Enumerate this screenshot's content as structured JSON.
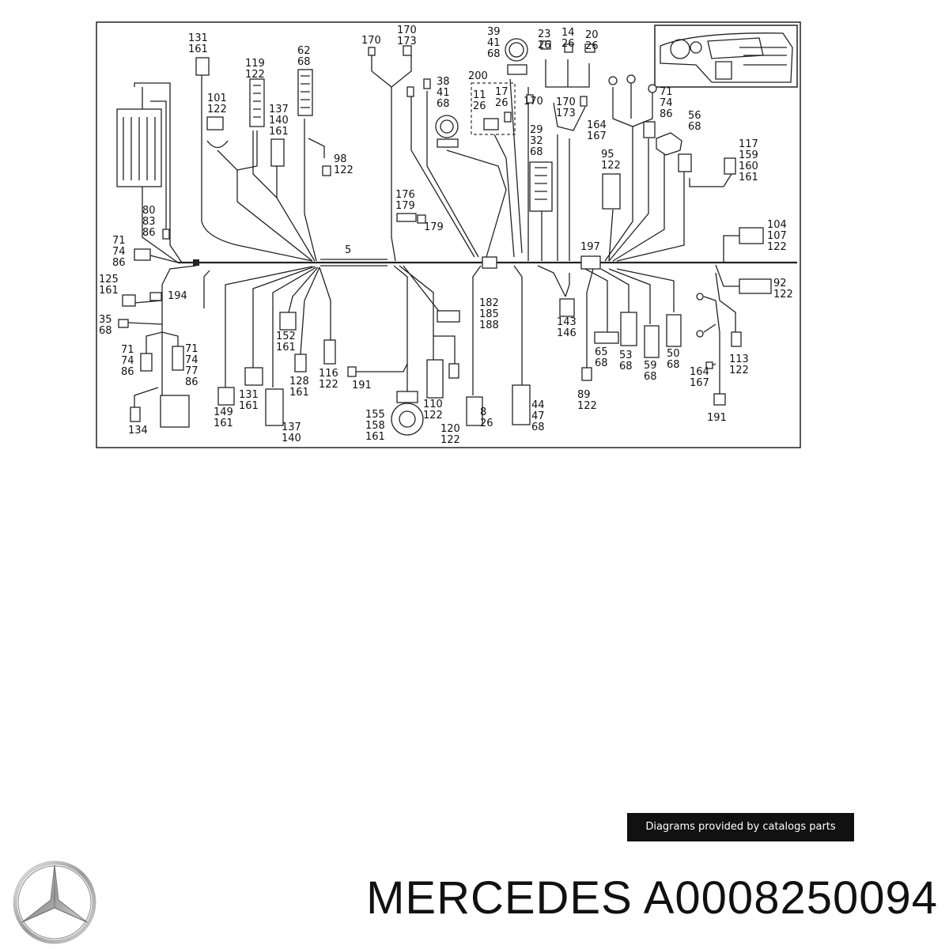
{
  "diagram": {
    "labels": [
      {
        "id": "l1",
        "lines": [
          "131",
          "161"
        ]
      },
      {
        "id": "l2",
        "lines": [
          "119",
          "122"
        ]
      },
      {
        "id": "l3",
        "lines": [
          "62",
          "68"
        ]
      },
      {
        "id": "l4",
        "lines": [
          "170",
          "173"
        ]
      },
      {
        "id": "l5",
        "lines": [
          "170"
        ]
      },
      {
        "id": "l6",
        "lines": [
          "39",
          "41",
          "68"
        ]
      },
      {
        "id": "l7",
        "lines": [
          "23",
          "26"
        ]
      },
      {
        "id": "l8",
        "lines": [
          "14",
          "26"
        ]
      },
      {
        "id": "l9",
        "lines": [
          "20",
          "26"
        ]
      },
      {
        "id": "l10",
        "lines": [
          "101",
          "122"
        ]
      },
      {
        "id": "l11",
        "lines": [
          "137",
          "140",
          "161"
        ]
      },
      {
        "id": "l12",
        "lines": [
          "38",
          "41",
          "68"
        ]
      },
      {
        "id": "l13",
        "lines": [
          "200"
        ]
      },
      {
        "id": "l14",
        "lines": [
          "11",
          "26"
        ]
      },
      {
        "id": "l15",
        "lines": [
          "17",
          "26"
        ]
      },
      {
        "id": "l16",
        "lines": [
          "170"
        ]
      },
      {
        "id": "l17",
        "lines": [
          "170",
          "173"
        ]
      },
      {
        "id": "l18",
        "lines": [
          "71",
          "74",
          "86"
        ]
      },
      {
        "id": "l19",
        "lines": [
          "56",
          "68"
        ]
      },
      {
        "id": "l20",
        "lines": [
          "164",
          "167"
        ]
      },
      {
        "id": "l21",
        "lines": [
          "98",
          "122"
        ]
      },
      {
        "id": "l22",
        "lines": [
          "29",
          "32",
          "68"
        ]
      },
      {
        "id": "l23",
        "lines": [
          "95",
          "122"
        ]
      },
      {
        "id": "l24",
        "lines": [
          "117",
          "159",
          "160",
          "161"
        ]
      },
      {
        "id": "l25",
        "lines": [
          "80",
          "83",
          "86"
        ]
      },
      {
        "id": "l26",
        "lines": [
          "176",
          "179"
        ]
      },
      {
        "id": "l27",
        "lines": [
          "179"
        ]
      },
      {
        "id": "l28",
        "lines": [
          "104",
          "107",
          "122"
        ]
      },
      {
        "id": "l29",
        "lines": [
          "71",
          "74",
          "86"
        ]
      },
      {
        "id": "l30",
        "lines": [
          "5"
        ]
      },
      {
        "id": "l31",
        "lines": [
          "197"
        ]
      },
      {
        "id": "l32",
        "lines": [
          "125",
          "161"
        ]
      },
      {
        "id": "l33",
        "lines": [
          "194"
        ]
      },
      {
        "id": "l34",
        "lines": [
          "92",
          "122"
        ]
      },
      {
        "id": "l35",
        "lines": [
          "35",
          "68"
        ]
      },
      {
        "id": "l36",
        "lines": [
          "182",
          "185",
          "188"
        ]
      },
      {
        "id": "l37",
        "lines": [
          "143",
          "146"
        ]
      },
      {
        "id": "l38",
        "lines": [
          "152",
          "161"
        ]
      },
      {
        "id": "l39",
        "lines": [
          "71",
          "74",
          "86"
        ]
      },
      {
        "id": "l40",
        "lines": [
          "71",
          "74",
          "77",
          "86"
        ]
      },
      {
        "id": "l41",
        "lines": [
          "65",
          "68"
        ]
      },
      {
        "id": "l42",
        "lines": [
          "53",
          "68"
        ]
      },
      {
        "id": "l43",
        "lines": [
          "59",
          "68"
        ]
      },
      {
        "id": "l44",
        "lines": [
          "50",
          "68"
        ]
      },
      {
        "id": "l45",
        "lines": [
          "113",
          "122"
        ]
      },
      {
        "id": "l46",
        "lines": [
          "128",
          "161"
        ]
      },
      {
        "id": "l47",
        "lines": [
          "116",
          "122"
        ]
      },
      {
        "id": "l48",
        "lines": [
          "191"
        ]
      },
      {
        "id": "l49",
        "lines": [
          "164",
          "167"
        ]
      },
      {
        "id": "l50",
        "lines": [
          "89",
          "122"
        ]
      },
      {
        "id": "l51",
        "lines": [
          "131",
          "161"
        ]
      },
      {
        "id": "l52",
        "lines": [
          "149",
          "161"
        ]
      },
      {
        "id": "l53",
        "lines": [
          "110",
          "122"
        ]
      },
      {
        "id": "l54",
        "lines": [
          "44",
          "47",
          "68"
        ]
      },
      {
        "id": "l55",
        "lines": [
          "191"
        ]
      },
      {
        "id": "l56",
        "lines": [
          "134"
        ]
      },
      {
        "id": "l57",
        "lines": [
          "155",
          "158",
          "161"
        ]
      },
      {
        "id": "l58",
        "lines": [
          "137",
          "140"
        ]
      },
      {
        "id": "l59",
        "lines": [
          "120",
          "122"
        ]
      },
      {
        "id": "l60",
        "lines": [
          "8",
          "26"
        ]
      }
    ]
  },
  "footer": {
    "credit": "Diagrams provided by catalogs parts",
    "brand": "MERCEDES",
    "part_number": "A0008250094",
    "logo_icon": "mercedes-star-icon"
  }
}
